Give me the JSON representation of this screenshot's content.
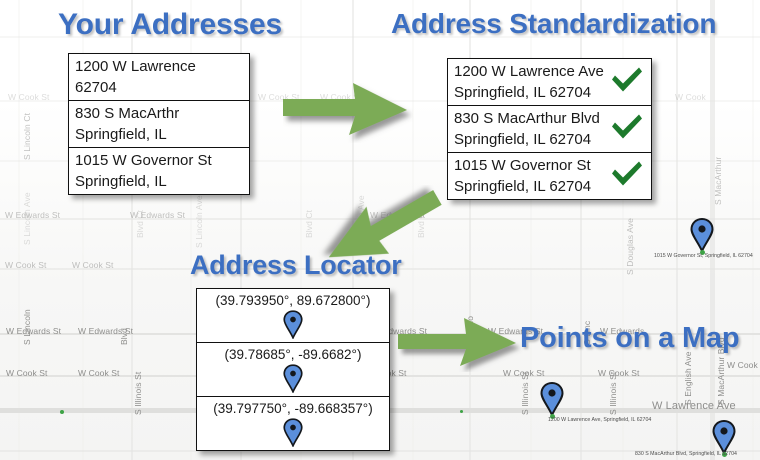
{
  "colors": {
    "heading_blue": "#3c6fc2",
    "arrow_green": "#7cab56",
    "check_green": "#1d7a2c",
    "pin_blue": "#5b8fdb",
    "table_border": "#111111",
    "map_road": "#e3e3e1",
    "map_label": "#8e8e8c"
  },
  "headings": {
    "your_addresses": "Your Addresses",
    "address_standardization": "Address Standardization",
    "address_locator": "Address Locator",
    "points_on_a_map": "Points on a Map"
  },
  "input_table": {
    "rows": [
      {
        "line1": "1200 W Lawrence",
        "line2": "62704"
      },
      {
        "line1": "830 S MacArthr",
        "line2": "Springfield, IL"
      },
      {
        "line1": "1015 W Governor St",
        "line2": "Springfield, IL"
      }
    ]
  },
  "standardized_table": {
    "status_icon": "check-icon",
    "rows": [
      {
        "line1": "1200 W Lawrence Ave",
        "line2": "Springfield, IL 62704"
      },
      {
        "line1": "830 S MacArthur Blvd",
        "line2": "Springfield, IL 62704"
      },
      {
        "line1": "1015 W Governor St",
        "line2": "Springfield, IL 62704"
      }
    ]
  },
  "locator_table": {
    "pin_icon": "map-pin-icon",
    "rows": [
      {
        "coords": "(39.793950°, 89.672800°)"
      },
      {
        "coords": "(39.78685°, -89.6682°)"
      },
      {
        "coords": "(39.797750°, -89.668357°)"
      }
    ]
  },
  "arrows": [
    {
      "name": "arrow-input-to-standardized",
      "direction": "right"
    },
    {
      "name": "arrow-standardized-to-locator",
      "direction": "down-left"
    },
    {
      "name": "arrow-locator-to-map",
      "direction": "right"
    }
  ],
  "map_markers": [
    {
      "name": "marker-governor",
      "label": "1015 W Governor St, Springfield, IL  62704"
    },
    {
      "name": "marker-lawrence",
      "label": "1200 W Lawrence Ave, Springfield, IL  62704"
    },
    {
      "name": "marker-macarthur",
      "label": "830 S MacArthur Blvd, Springfield, IL  62704"
    }
  ],
  "map_streets": {
    "horizontal": [
      "W Edwards St",
      "W Cook St",
      "W Lawrence Ave"
    ],
    "vertical": [
      "S Lincoln Ave",
      "Blvd Ct",
      "S Illinois St",
      "S Douglas Ave",
      "S English Ave",
      "S MacArthur Blvd"
    ]
  }
}
